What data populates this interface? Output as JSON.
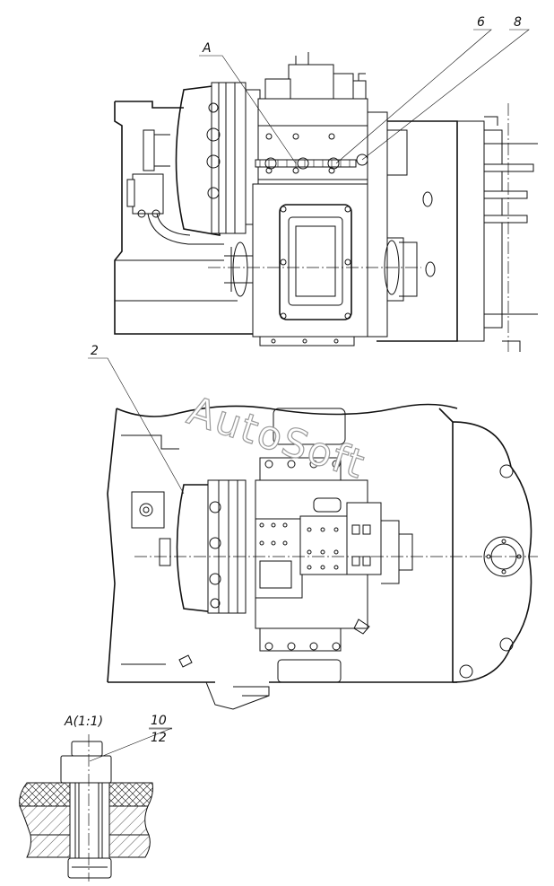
{
  "drawing": {
    "callouts": {
      "view_a": "A",
      "part_6": "6",
      "part_8": "8",
      "part_2": "2",
      "part_10": "10",
      "part_12": "12"
    },
    "detail_view_title": "A(1:1)",
    "watermark": "AutoSoft"
  }
}
